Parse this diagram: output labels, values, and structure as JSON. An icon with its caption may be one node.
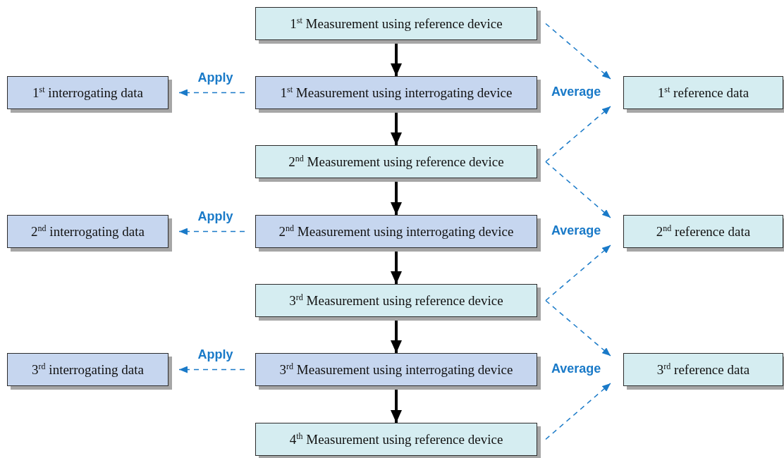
{
  "diagram": {
    "nodes": [
      {
        "text": [
          "1$^{st}$ Measurement using reference device"
        ]
      },
      {
        "text": [
          "1$^{st}$ interrogating data"
        ]
      },
      {
        "text": [
          "1$^{st}$ Measurement using interrogating device"
        ]
      },
      {
        "text": [
          "1$^{st}$ reference data"
        ]
      },
      {
        "text": [
          "2$^{nd}$ Measurement using reference device"
        ]
      },
      {
        "text": [
          "2$^{nd}$ interrogating data"
        ]
      },
      {
        "text": [
          "2$^{nd}$ Measurement using interrogating device"
        ]
      },
      {
        "text": [
          "2$^{nd}$ reference data"
        ]
      },
      {
        "text": [
          "3$^{rd}$ Measurement using reference device"
        ]
      },
      {
        "text": [
          "3$^{rd}$ interrogating data"
        ]
      },
      {
        "text": [
          "3$^{rd}$ Measurement using interrogating device"
        ]
      },
      {
        "text": [
          "3$^{rd}$ reference data"
        ]
      },
      {
        "text": [
          "4$^{th}$ Measurement using reference device"
        ]
      }
    ],
    "edges": [
      {
        "from": 0,
        "to": 2,
        "arrow": "to",
        "style": "thick",
        "color": "#000000"
      },
      {
        "from": 2,
        "to": 1,
        "arrow": "to",
        "style": "dashed",
        "label": "Apply"
      },
      {
        "from": 0,
        "to": 3,
        "arrow": "to",
        "style": "dashed"
      },
      {
        "from": 2,
        "to": 4,
        "arrow": "to",
        "style": "thick",
        "color": "#000000"
      },
      {
        "from": 4,
        "to": 3,
        "arrow": "to",
        "style": "dashed"
      },
      {
        "from": 4,
        "to": 7,
        "arrow": "to",
        "style": "dashed"
      },
      {
        "from": 4,
        "to": 6,
        "arrow": "to",
        "style": "thick",
        "color": "#000000"
      },
      {
        "from": 6,
        "to": 5,
        "arrow": "to",
        "style": "dashed",
        "label": "Apply"
      },
      {
        "from": 6,
        "to": 8,
        "arrow": "to",
        "style": "thick",
        "color": "#000000"
      },
      {
        "from": 8,
        "to": 7,
        "arrow": "to",
        "style": "dashed"
      },
      {
        "from": 8,
        "to": 11,
        "arrow": "to",
        "style": "dashed"
      },
      {
        "from": 8,
        "to": 10,
        "arrow": "to",
        "style": "thick",
        "color": "#000000"
      },
      {
        "from": 10,
        "to": 9,
        "arrow": "to",
        "style": "dashed",
        "label": "Apply"
      },
      {
        "from": 10,
        "to": 12,
        "arrow": "to",
        "style": "thick",
        "color": "#000000"
      },
      {
        "from": 12,
        "to": 11,
        "arrow": "to",
        "style": "dashed"
      }
    ],
    "labels": [
      "Average",
      "Average",
      "Average"
    ]
  }
}
